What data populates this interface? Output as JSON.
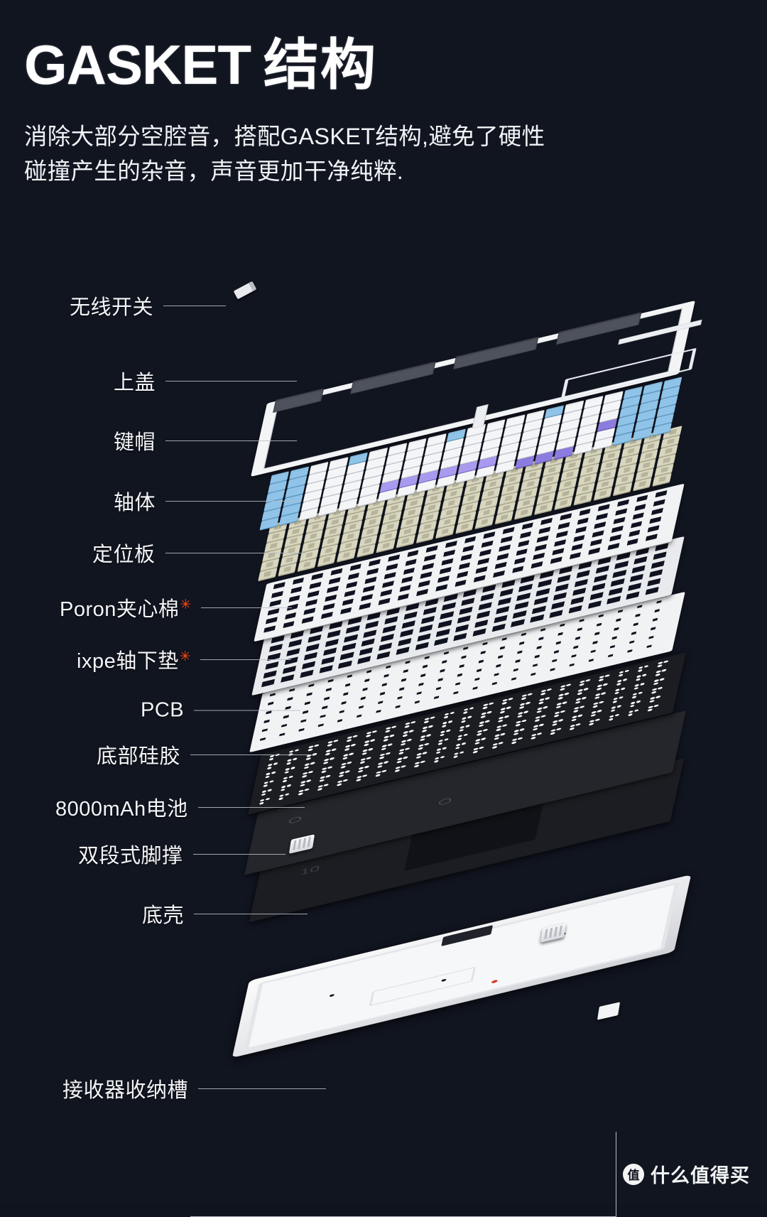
{
  "header": {
    "title_en": "GASKET",
    "title_cn": "结构",
    "subtitle_line1": "消除大部分空腔音，搭配GASKET结构,避免了硬性",
    "subtitle_line2": "碰撞产生的杂音，声音更加干净纯粹."
  },
  "colors": {
    "background": "#111520",
    "text": "#ffffff",
    "leader_line": "#b9bdc7",
    "asterisk": "#ff4a1c",
    "keycap_white": "#f4f5f7",
    "keycap_blue": "#8fc3e8",
    "keycap_purple": "#a99af0",
    "switch_body": "#d8d6be",
    "pcb_black": "#1b1d22",
    "case_white": "#f1f2f4"
  },
  "diagram": {
    "name": "exploded-keyboard-diagram",
    "labels": [
      {
        "id": "wireless-switch",
        "text": "无线开关",
        "asterisk": false
      },
      {
        "id": "top-cover",
        "text": "上盖",
        "asterisk": false
      },
      {
        "id": "keycaps",
        "text": "键帽",
        "asterisk": false
      },
      {
        "id": "switches",
        "text": "轴体",
        "asterisk": false
      },
      {
        "id": "plate",
        "text": "定位板",
        "asterisk": false
      },
      {
        "id": "poron-foam",
        "text": "Poron夹心棉",
        "asterisk": true
      },
      {
        "id": "ixpe-pad",
        "text": "ixpe轴下垫",
        "asterisk": true
      },
      {
        "id": "pcb",
        "text": "PCB",
        "asterisk": false
      },
      {
        "id": "bottom-silicone",
        "text": "底部硅胶",
        "asterisk": false
      },
      {
        "id": "battery",
        "text": "8000mAh电池",
        "asterisk": false
      },
      {
        "id": "kickstand",
        "text": "双段式脚撑",
        "asterisk": false
      },
      {
        "id": "bottom-case",
        "text": "底壳",
        "asterisk": false
      },
      {
        "id": "receiver-slot",
        "text": "接收器收纳槽",
        "asterisk": false
      }
    ]
  },
  "watermark": {
    "badge": "值",
    "text": "什么值得买"
  }
}
